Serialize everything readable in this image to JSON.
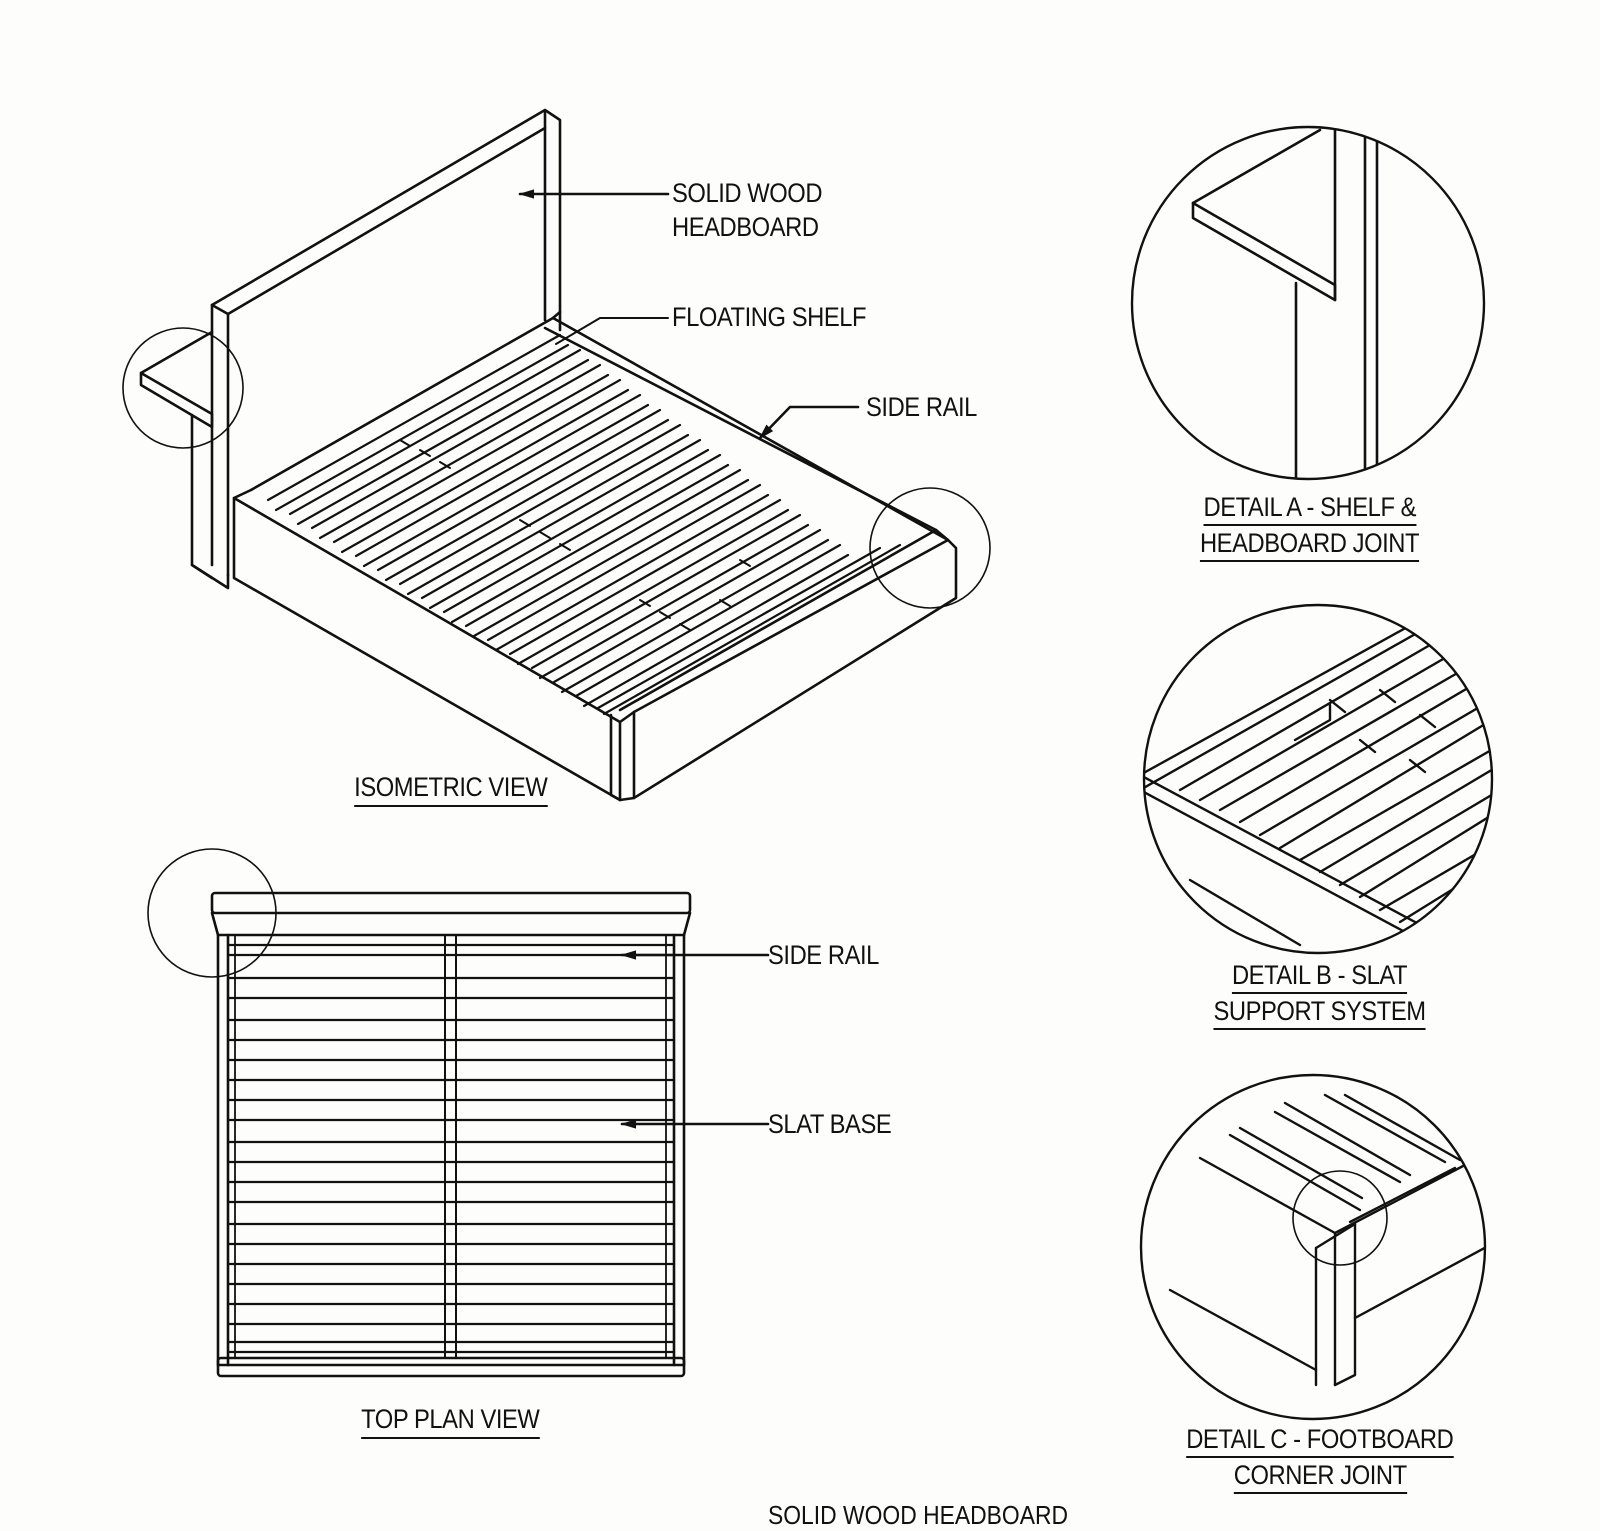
{
  "sheet": {
    "background": "#fdfdfc",
    "line_color": "#111111"
  },
  "isometric_view": {
    "title": "ISOMETRIC VIEW",
    "callouts": [
      {
        "id": "headboard",
        "line1": "SOLID WOOD",
        "line2": "HEADBOARD"
      },
      {
        "id": "shelf",
        "line1": "FLOATING SHELF"
      },
      {
        "id": "side_rail",
        "line1": "SIDE RAIL"
      }
    ]
  },
  "top_plan_view": {
    "title": "TOP PLAN VIEW",
    "callouts": [
      {
        "id": "side_rail",
        "line1": "SIDE RAIL"
      },
      {
        "id": "slat_base",
        "line1": "SLAT BASE"
      }
    ]
  },
  "details": [
    {
      "id": "A",
      "line1": "DETAIL A - SHELF &",
      "line2": "HEADBOARD JOINT"
    },
    {
      "id": "B",
      "line1": "DETAIL B - SLAT",
      "line2": "SUPPORT SYSTEM"
    },
    {
      "id": "C",
      "line1": "DETAIL C - FOOTBOARD",
      "line2": "CORNER JOINT"
    }
  ],
  "cut_off_text": "SOLID WOOD HEADBOARD"
}
